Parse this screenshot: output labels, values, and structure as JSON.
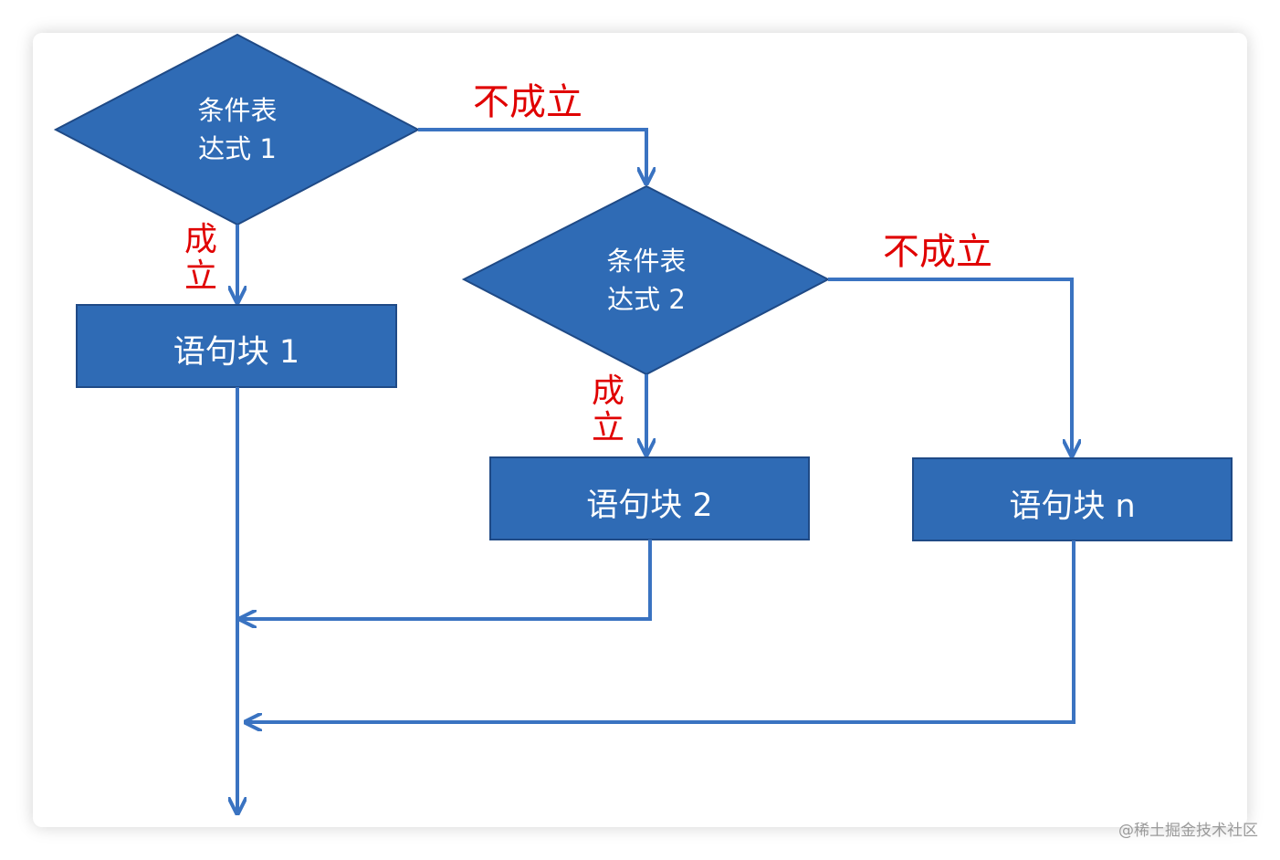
{
  "diagram": {
    "conditions": [
      {
        "id": "cond1",
        "text": "条件表\n达式 1"
      },
      {
        "id": "cond2",
        "text": "条件表\n达式 2"
      }
    ],
    "blocks": [
      {
        "id": "block1",
        "text": "语句块 1"
      },
      {
        "id": "block2",
        "text": "语句块 2"
      },
      {
        "id": "blockn",
        "text": "语句块 n"
      }
    ],
    "edge_labels": {
      "no_1": "不成立",
      "yes_1": "成\n立",
      "no_2": "不成立",
      "yes_2": "成\n立"
    },
    "edges": [
      {
        "from": "cond1",
        "to": "cond2",
        "label": "不成立"
      },
      {
        "from": "cond1",
        "to": "block1",
        "label": "成立"
      },
      {
        "from": "cond2",
        "to": "blockn",
        "label": "不成立"
      },
      {
        "from": "cond2",
        "to": "block2",
        "label": "成立"
      },
      {
        "from": "block2",
        "to": "main-line"
      },
      {
        "from": "blockn",
        "to": "main-line"
      }
    ],
    "colors": {
      "shape_fill": "#2f6bb5",
      "shape_stroke": "#1f4a86",
      "line": "#3a73c1",
      "label_red": "#e00000"
    }
  },
  "watermark": "@稀土掘金技术社区"
}
